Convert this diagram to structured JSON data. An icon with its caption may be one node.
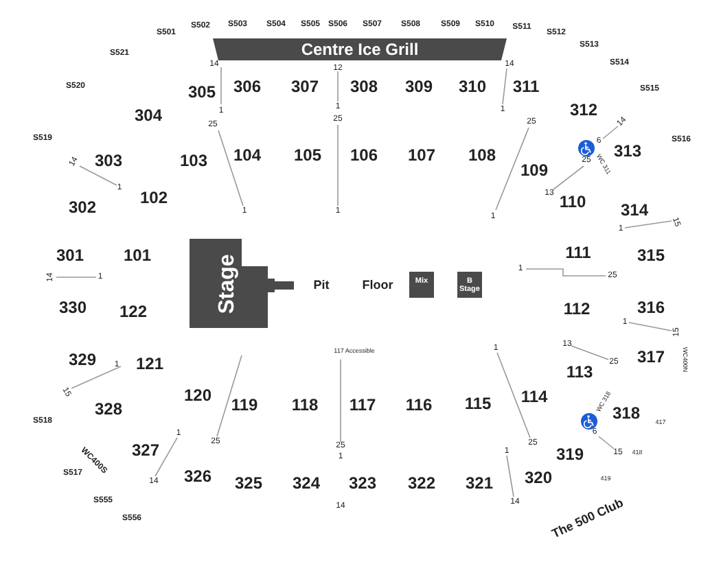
{
  "diagram": {
    "nodes": [
      {
        "text": [
          "Centre Ice Grill"
        ]
      },
      {
        "text": [
          "Stage"
        ]
      },
      {
        "text": [
          "Mix"
        ]
      },
      {
        "text": [
          "B Stage"
        ]
      }
    ],
    "labels": [
      "S501",
      "S502",
      "S503",
      "S504",
      "S505",
      "S506",
      "S507",
      "S508",
      "S509",
      "S510",
      "S511",
      "S512",
      "S513",
      "S521",
      "S514",
      "S520",
      "S515",
      "S519",
      "S516",
      "14",
      "12",
      "14",
      "306",
      "307",
      "308",
      "309",
      "310",
      "311",
      "305",
      "1",
      "1",
      "1",
      "312",
      "304",
      "25",
      "25",
      "25",
      "14",
      "6",
      "313",
      "WC 311",
      "303",
      "103",
      "104",
      "105",
      "106",
      "107",
      "108",
      "14",
      "25",
      "109",
      "1",
      "13",
      "102",
      "110",
      "302",
      "314",
      "1",
      "1",
      "1",
      "15",
      "1",
      "301",
      "101",
      "111",
      "315",
      "1",
      "25",
      "14",
      "1",
      "Pit",
      "Floor",
      "330",
      "122",
      "112",
      "316",
      "1",
      "15",
      "13",
      "1",
      "117 Accessible",
      "317",
      "WC400N",
      "329",
      "121",
      "1",
      "25",
      "113",
      "15",
      "328",
      "120",
      "119",
      "118",
      "117",
      "116",
      "115",
      "114",
      "WC 318",
      "318",
      "S518",
      "1",
      "25",
      "25",
      "25",
      "6",
      "417",
      "327",
      "1",
      "1",
      "319",
      "15",
      "418",
      "WC400S",
      "S517",
      "14",
      "326",
      "325",
      "324",
      "323",
      "322",
      "321",
      "320",
      "419",
      "S555",
      "14",
      "14",
      "S556",
      "The 500 Club"
    ]
  }
}
